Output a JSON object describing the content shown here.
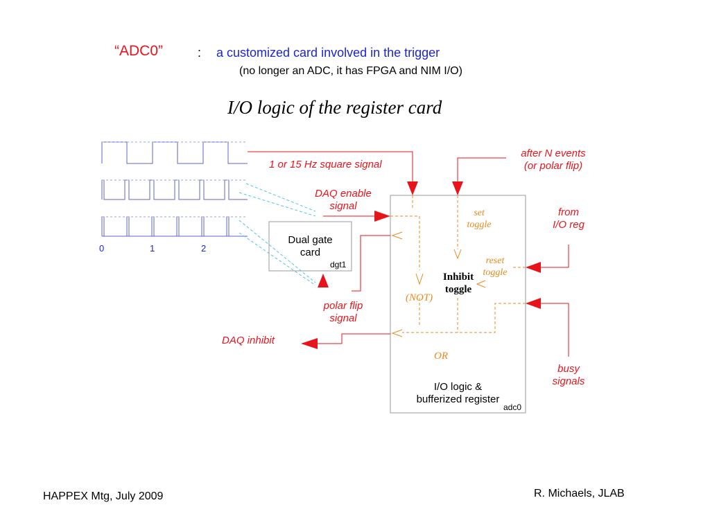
{
  "title": {
    "name": "“ADC0”",
    "colon": ":",
    "description": "a  customized   card  involved in the trigger",
    "subtitle": "(no longer an ADC, it has FPGA and NIM  I/O)"
  },
  "heading": "I/O logic of the register card",
  "timeline_ticks": [
    "0",
    "1",
    "2"
  ],
  "labels": {
    "square_signal": "1 or 15 Hz square signal",
    "after_n_events_line1": "after N events",
    "after_n_events_line2": "(or polar flip)",
    "daq_enable_line1": "DAQ enable",
    "daq_enable_line2": "signal",
    "from_io_reg_line1": "from",
    "from_io_reg_line2": "I/O reg",
    "polar_flip_line1": "polar flip",
    "polar_flip_line2": "signal",
    "daq_inhibit": "DAQ inhibit",
    "busy_line1": "busy",
    "busy_line2": "signals"
  },
  "dual_gate_card": {
    "line1": "Dual gate",
    "line2": "card",
    "tag": "dgt1"
  },
  "register_card": {
    "line1": "I/O logic &",
    "line2": "bufferized register",
    "tag": "adc0"
  },
  "logic_labels": {
    "set_line1": "set",
    "set_line2": "toggle",
    "reset_line1": "reset",
    "reset_line2": "toggle",
    "inhibit_line1": "Inhibit",
    "inhibit_line2": "toggle",
    "not": "(NOT)",
    "or": "OR"
  },
  "footer": {
    "left": "HAPPEX  Mtg,  July 2009",
    "right": "R. Michaels,  JLAB"
  },
  "colors": {
    "red": "#e8141b",
    "blue_text": "#1c24d8",
    "waveform": "#5b63c9",
    "cyan_dashed": "#4fc3e8",
    "orange": "#e88a1c",
    "box_border": "#9a9a9a"
  }
}
